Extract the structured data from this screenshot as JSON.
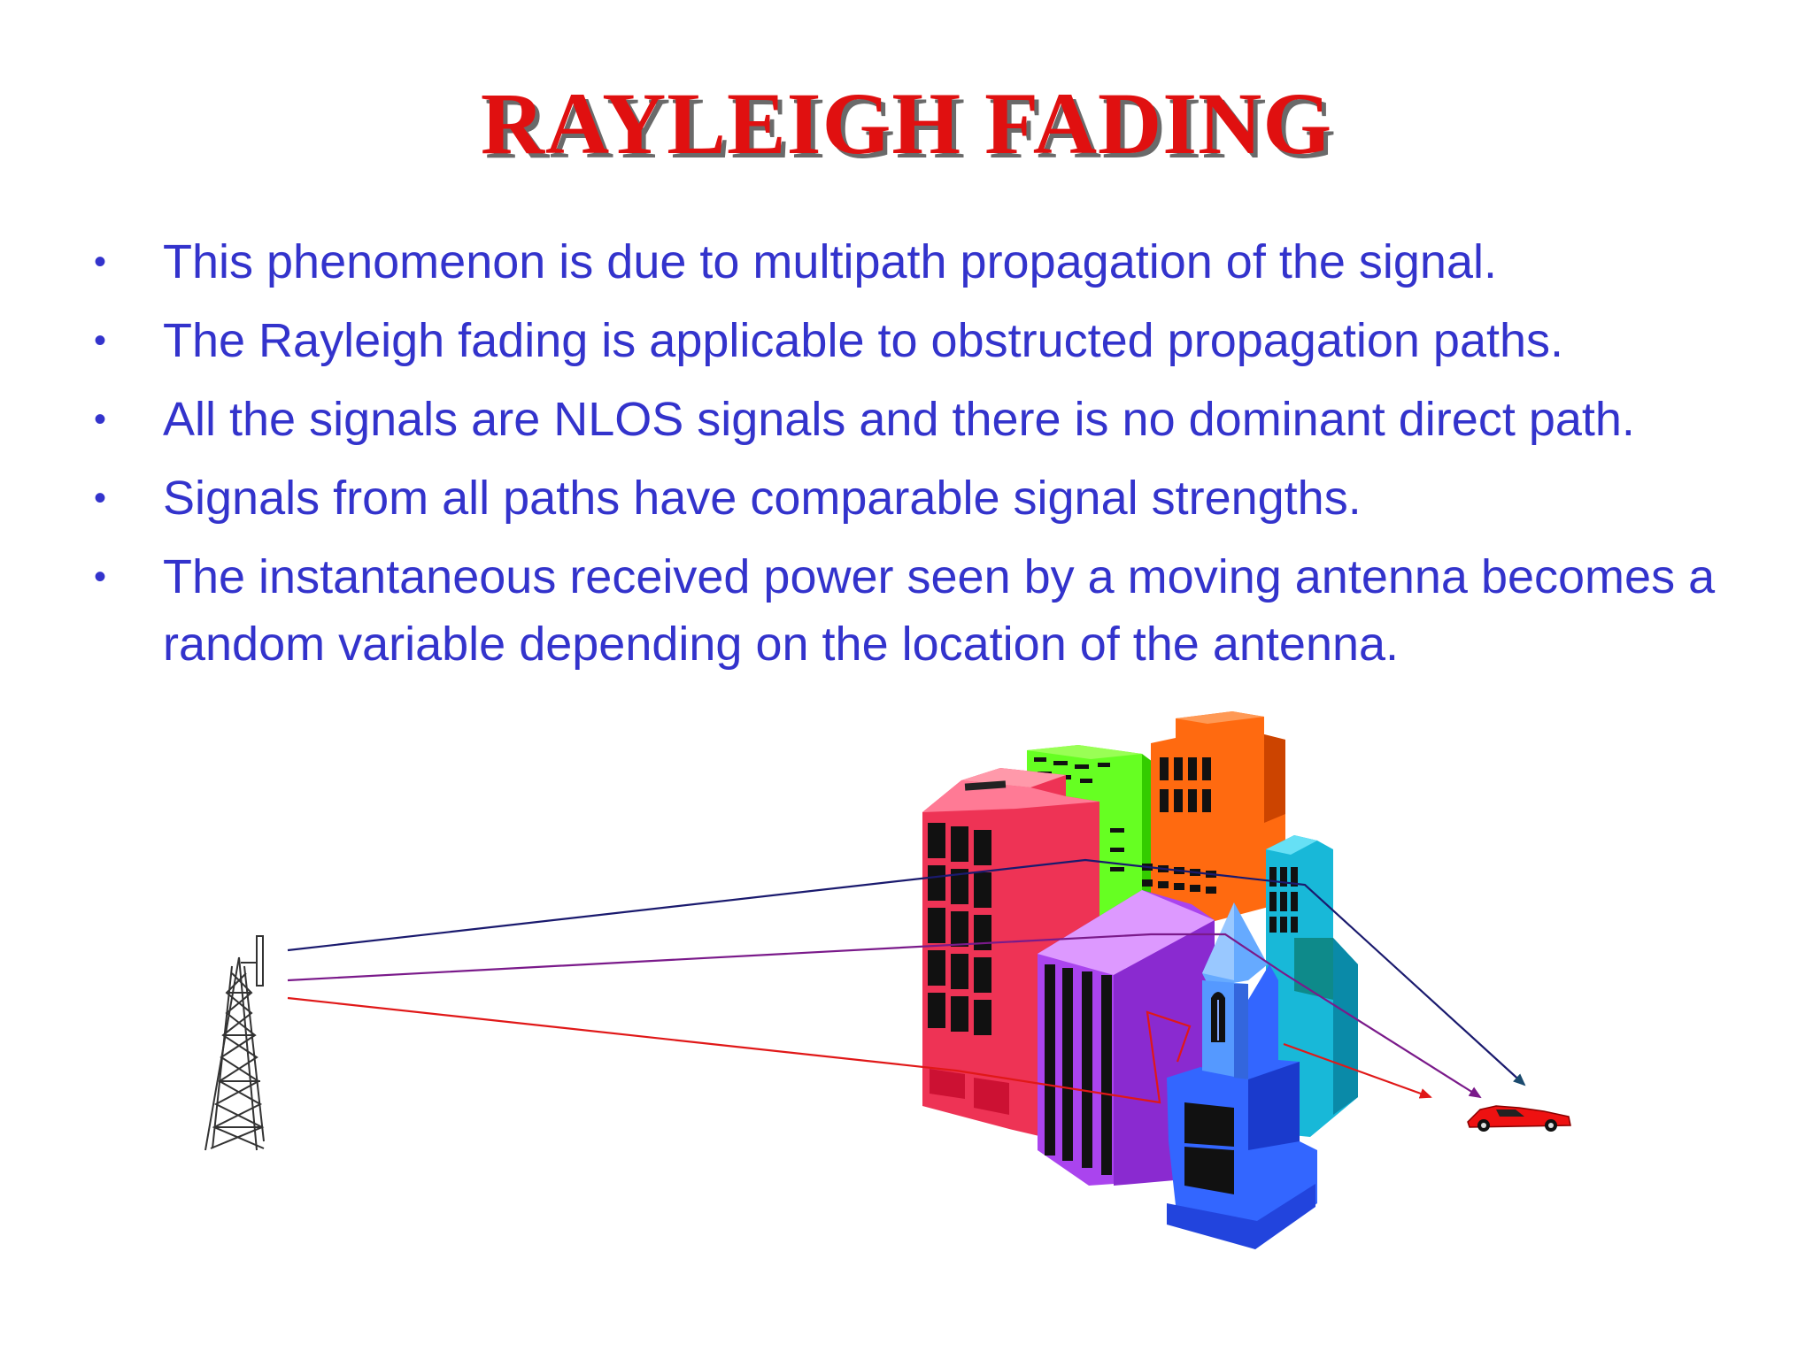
{
  "slide": {
    "title": "RAYLEIGH FADING",
    "bullets": [
      "This phenomenon is due to multipath propagation of the signal.",
      "The Rayleigh fading is applicable to obstructed propagation paths.",
      "All the signals are NLOS signals and there is no dominant direct path.",
      "Signals from all paths have comparable signal strengths.",
      "The instantaneous received power seen by a moving antenna becomes a random variable depending on the location of the antenna."
    ],
    "bullet_symbol": "•"
  },
  "illustration": {
    "objects": [
      "antenna-tower-icon",
      "city-buildings",
      "church-building",
      "car-icon"
    ],
    "colors": {
      "title": "#e01010",
      "text": "#3333cc",
      "path_1": "#1a1a6e",
      "path_2": "#7a1a8a",
      "path_3": "#e01818",
      "path_4": "#1a4a6e"
    }
  }
}
